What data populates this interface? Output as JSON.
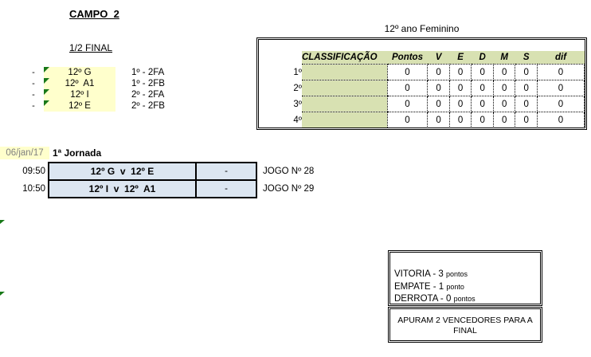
{
  "header": {
    "campo": "CAMPO  2",
    "stage": "1/2 FINAL"
  },
  "seeds": [
    {
      "dash": "-",
      "team": "12º G",
      "seed": "1º - 2FA"
    },
    {
      "dash": "-",
      "team": "12º  A1",
      "seed": "1º - 2FB"
    },
    {
      "dash": "-",
      "team": "12º I",
      "seed": "2º - 2FA"
    },
    {
      "dash": "-",
      "team": "12º E",
      "seed": "2º - 2FB"
    }
  ],
  "classification": {
    "title": "12º ano Feminino",
    "headers": [
      "CLASSIFICAÇÃO",
      "Pontos",
      "V",
      "E",
      "D",
      "M",
      "S",
      "dif"
    ],
    "rows": [
      {
        "rank": "1º",
        "name": "",
        "values": [
          "0",
          "0",
          "0",
          "0",
          "0",
          "0",
          "0"
        ]
      },
      {
        "rank": "2º",
        "name": "",
        "values": [
          "0",
          "0",
          "0",
          "0",
          "0",
          "0",
          "0"
        ]
      },
      {
        "rank": "3º",
        "name": "",
        "values": [
          "0",
          "0",
          "0",
          "0",
          "0",
          "0",
          "0"
        ]
      },
      {
        "rank": "4º",
        "name": "",
        "values": [
          "0",
          "0",
          "0",
          "0",
          "0",
          "0",
          "0"
        ]
      }
    ]
  },
  "jornada": {
    "date": "06/jan/17",
    "title": "1ª Jornada",
    "games": [
      {
        "time": "09:50",
        "match": "12º G  v  12º E",
        "score": "-",
        "label": "JOGO Nº 28"
      },
      {
        "time": "10:50",
        "match": "12º I  v  12º  A1",
        "score": "-",
        "label": "JOGO Nº 29"
      }
    ]
  },
  "rules": {
    "lines": [
      {
        "main": "VITORIA - 3 ",
        "unit": "pontos"
      },
      {
        "main": "EMPATE - 1 ",
        "unit": "ponto"
      },
      {
        "main": "DERROTA - 0 ",
        "unit": "pontos"
      }
    ],
    "note": [
      "APURAM 2 VENCEDORES PARA A",
      "FINAL"
    ]
  },
  "colors": {
    "cell_yellow": "#ffffcc",
    "cell_green": "#d8e1b2",
    "cell_blue": "#dce6f1",
    "indicator_green": "#187818",
    "date_text": "#808080"
  }
}
